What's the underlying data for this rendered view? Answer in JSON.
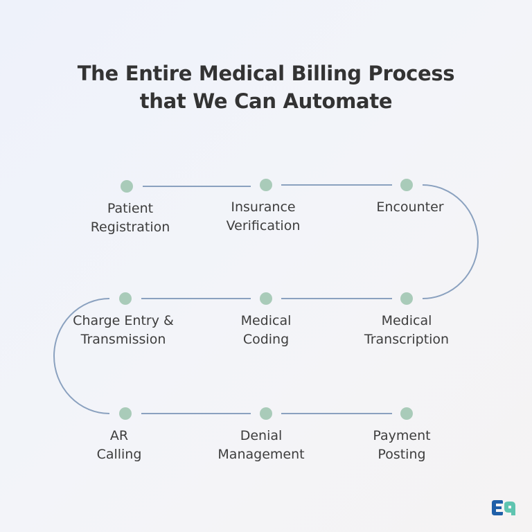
{
  "title": {
    "line1": "The Entire Medical Billing Process",
    "line2": "that We Can Automate"
  },
  "colors": {
    "title": "#333333",
    "node": "#a9cbb9",
    "connector": "#8aa1bf",
    "label": "#3d3d3d",
    "logo_blue": "#1f5fa8",
    "logo_green": "#5fc4b0"
  },
  "steps": [
    {
      "line1": "Patient",
      "line2": "Registration"
    },
    {
      "line1": "Insurance",
      "line2": "Verification"
    },
    {
      "line1": "Encounter",
      "line2": ""
    },
    {
      "line1": "Charge Entry &",
      "line2": "Transmission"
    },
    {
      "line1": "Medical",
      "line2": "Coding"
    },
    {
      "line1": "Medical",
      "line2": "Transcription"
    },
    {
      "line1": "AR",
      "line2": "Calling"
    },
    {
      "line1": "Denial",
      "line2": "Management"
    },
    {
      "line1": "Payment",
      "line2": "Posting"
    }
  ],
  "logo": {
    "icon": "company-logo-icon"
  }
}
